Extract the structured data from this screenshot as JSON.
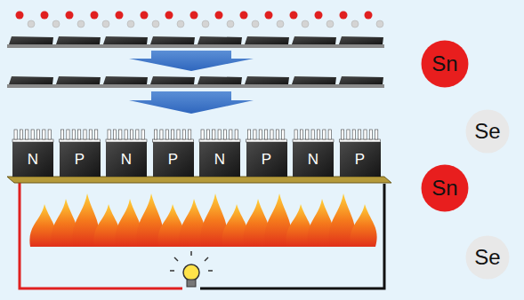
{
  "diagram": {
    "nodes": [
      {
        "text": [
          "Sn"
        ]
      },
      {
        "text": [
          "Se"
        ]
      },
      {
        "text": [
          "Sn"
        ]
      },
      {
        "text": [
          "Se"
        ]
      },
      {
        "text": [
          "N"
        ]
      },
      {
        "text": [
          "P"
        ]
      },
      {
        "text": [
          "N"
        ]
      },
      {
        "text": [
          "P"
        ]
      },
      {
        "text": [
          "N"
        ]
      },
      {
        "text": [
          "P"
        ]
      },
      {
        "text": [
          "N"
        ]
      },
      {
        "text": [
          "P"
        ]
      }
    ]
  }
}
